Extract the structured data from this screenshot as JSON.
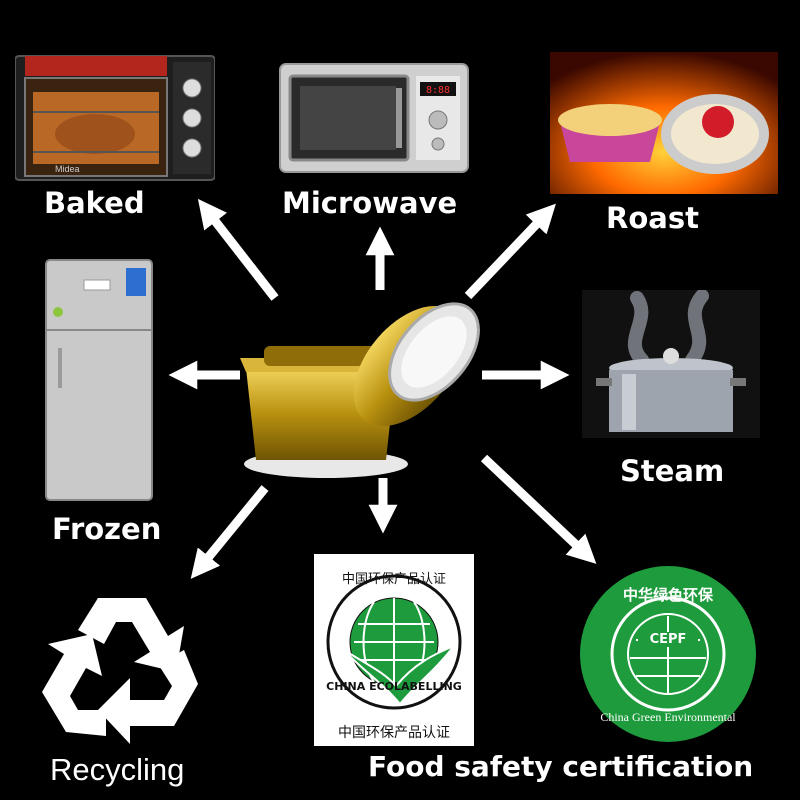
{
  "uses": {
    "baked": "Baked",
    "microwave": "Microwave",
    "roast": "Roast",
    "steam": "Steam",
    "frozen": "Frozen",
    "recycling": "Recycling"
  },
  "certifications": {
    "caption": "Food safety certification",
    "ecolabel": {
      "top_text": "中国环保产品认证",
      "ring_text": "CHINA ECOLABELLING",
      "bottom_text": "中国环保产品认证"
    },
    "green": {
      "top_text": "中华绿色环保",
      "seal_text": "CEPF",
      "ring_text": "China Green Environmental"
    }
  },
  "microwave_display": "8:88",
  "oven_brand": "Midea",
  "colors": {
    "background": "#000000",
    "arrow": "#ffffff",
    "tray_gold": "#b8900f",
    "green_seal": "#1e9b3c",
    "oven_red": "#b3261e"
  }
}
